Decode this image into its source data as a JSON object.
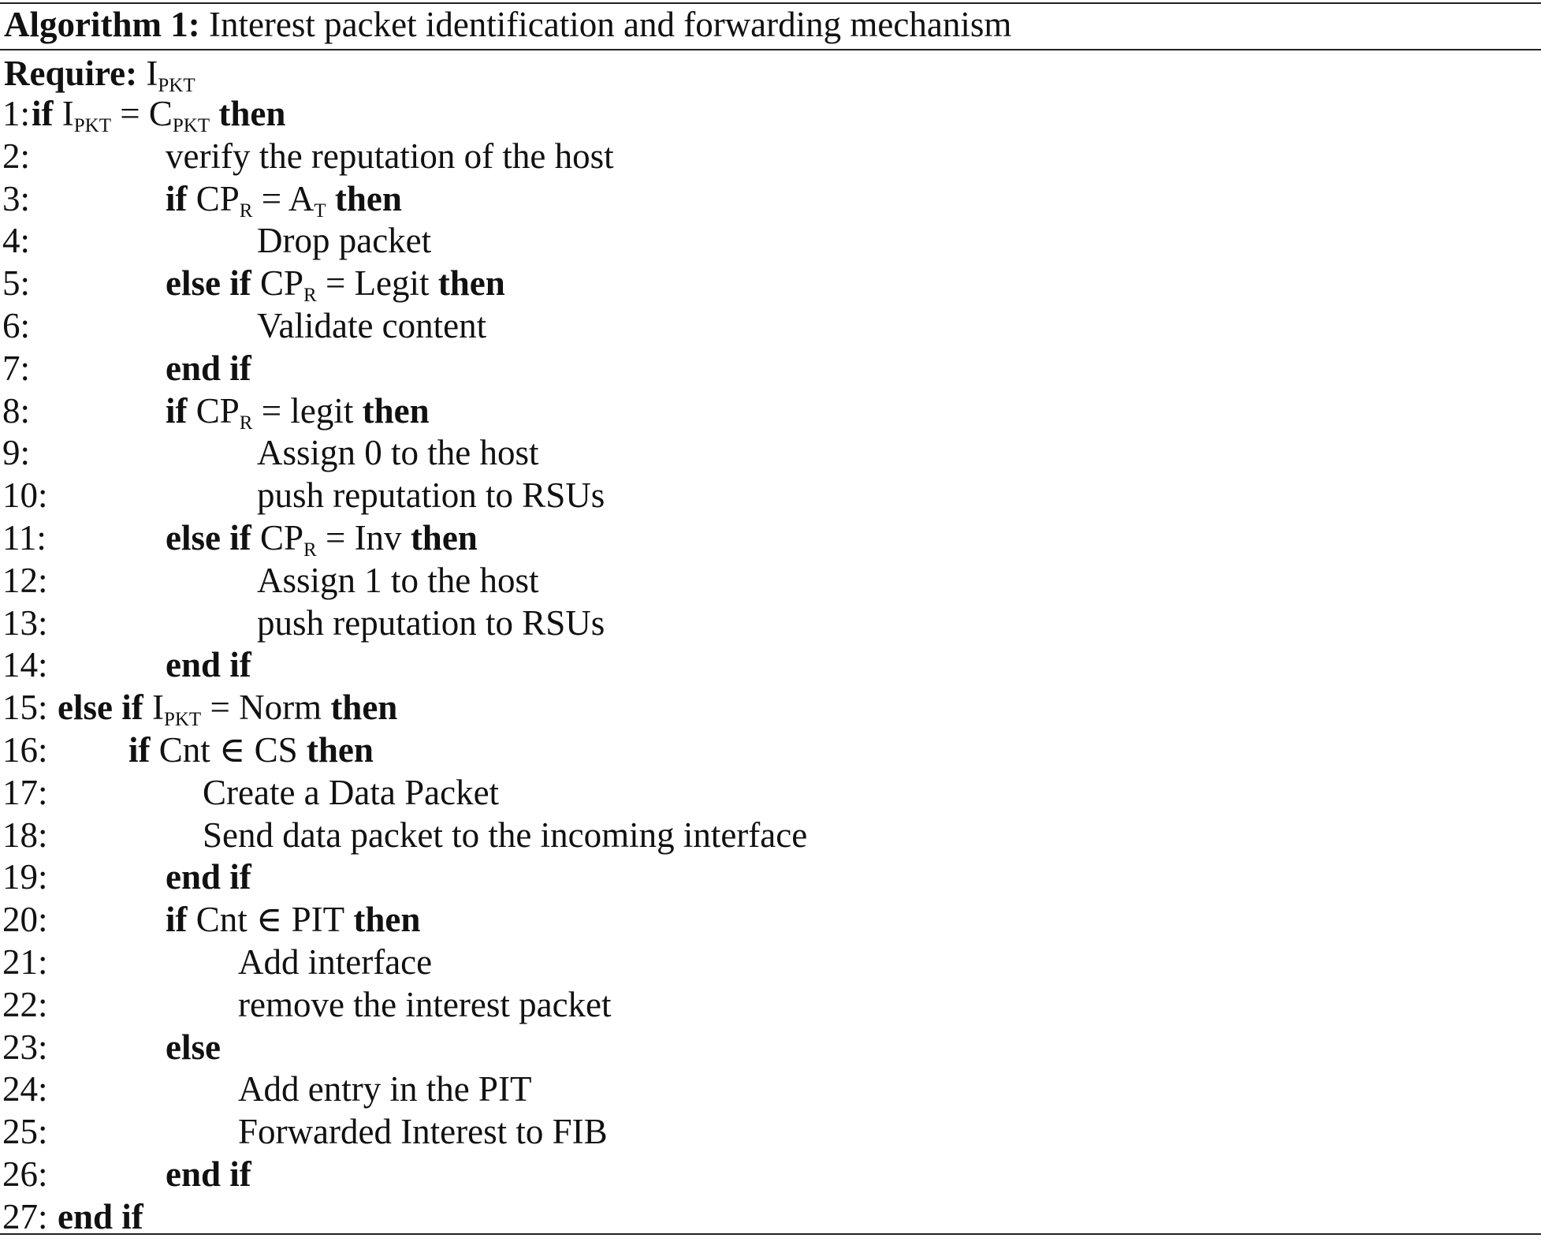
{
  "algorithm": {
    "label": "Algorithm 1:",
    "title": "Interest packet identification and forwarding mechanism",
    "require": {
      "keyword": "Require:",
      "var": "I",
      "sub": "PKT"
    },
    "lines": [
      {
        "num": "1:",
        "indent": 0,
        "parts": [
          {
            "t": "kw",
            "v": "if"
          },
          {
            "t": "txt",
            "v": " I"
          },
          {
            "t": "sub",
            "v": "PKT"
          },
          {
            "t": "txt",
            "v": " = C"
          },
          {
            "t": "sub",
            "v": "PKT"
          },
          {
            "t": "kw",
            "v": " then"
          }
        ]
      },
      {
        "num": "2:",
        "indent": 1,
        "parts": [
          {
            "t": "txt",
            "v": "verify the reputation of the host"
          }
        ]
      },
      {
        "num": "3:",
        "indent": 1,
        "parts": [
          {
            "t": "kw",
            "v": "if"
          },
          {
            "t": "txt",
            "v": " CP"
          },
          {
            "t": "sub",
            "v": "R"
          },
          {
            "t": "txt",
            "v": " = A"
          },
          {
            "t": "sub",
            "v": "T"
          },
          {
            "t": "kw",
            "v": " then"
          }
        ]
      },
      {
        "num": "4:",
        "indent": 2,
        "parts": [
          {
            "t": "txt",
            "v": "Drop packet"
          }
        ]
      },
      {
        "num": "5:",
        "indent": 1,
        "parts": [
          {
            "t": "kw",
            "v": "else if"
          },
          {
            "t": "txt",
            "v": " CP"
          },
          {
            "t": "sub",
            "v": "R"
          },
          {
            "t": "txt",
            "v": " = Legit"
          },
          {
            "t": "kw",
            "v": " then"
          }
        ]
      },
      {
        "num": "6:",
        "indent": 2,
        "parts": [
          {
            "t": "txt",
            "v": "Validate content"
          }
        ]
      },
      {
        "num": "7:",
        "indent": 1,
        "parts": [
          {
            "t": "kw",
            "v": "end if"
          }
        ]
      },
      {
        "num": "8:",
        "indent": 1,
        "parts": [
          {
            "t": "kw",
            "v": "if"
          },
          {
            "t": "txt",
            "v": " CP"
          },
          {
            "t": "sub",
            "v": "R"
          },
          {
            "t": "txt",
            "v": " = legit"
          },
          {
            "t": "kw",
            "v": " then"
          }
        ]
      },
      {
        "num": "9:",
        "indent": 2,
        "parts": [
          {
            "t": "txt",
            "v": "Assign 0 to the host"
          }
        ]
      },
      {
        "num": "10:",
        "indent": 2,
        "parts": [
          {
            "t": "txt",
            "v": "push reputation to RSUs"
          }
        ]
      },
      {
        "num": "11:",
        "indent": 1,
        "parts": [
          {
            "t": "kw",
            "v": "else if"
          },
          {
            "t": "txt",
            "v": " CP"
          },
          {
            "t": "sub",
            "v": "R"
          },
          {
            "t": "txt",
            "v": " = Inv"
          },
          {
            "t": "kw",
            "v": " then"
          }
        ]
      },
      {
        "num": "12:",
        "indent": 2,
        "parts": [
          {
            "t": "txt",
            "v": "Assign 1 to the host"
          }
        ]
      },
      {
        "num": "13:",
        "indent": 2,
        "parts": [
          {
            "t": "txt",
            "v": "push reputation to RSUs"
          }
        ]
      },
      {
        "num": "14:",
        "indent": 1,
        "parts": [
          {
            "t": "kw",
            "v": "end if"
          }
        ]
      },
      {
        "num": "15:",
        "indent": 0,
        "parts": [
          {
            "t": "kw",
            "v": "else if"
          },
          {
            "t": "txt",
            "v": " I"
          },
          {
            "t": "sub",
            "v": "PKT"
          },
          {
            "t": "txt",
            "v": " = Norm"
          },
          {
            "t": "kw",
            "v": " then"
          }
        ]
      },
      {
        "num": "16:",
        "indent": 3,
        "parts": [
          {
            "t": "kw",
            "v": "if"
          },
          {
            "t": "txt",
            "v": " Cnt ∈ CS"
          },
          {
            "t": "kw",
            "v": " then"
          }
        ]
      },
      {
        "num": "17:",
        "indent": 4,
        "parts": [
          {
            "t": "txt",
            "v": "Create a Data Packet"
          }
        ]
      },
      {
        "num": "18:",
        "indent": 4,
        "parts": [
          {
            "t": "txt",
            "v": "Send data packet to the incoming interface"
          }
        ]
      },
      {
        "num": "19:",
        "indent": 1,
        "parts": [
          {
            "t": "kw",
            "v": "end if"
          }
        ]
      },
      {
        "num": "20:",
        "indent": 1,
        "parts": [
          {
            "t": "kw",
            "v": "if"
          },
          {
            "t": "txt",
            "v": " Cnt ∈ PIT"
          },
          {
            "t": "kw",
            "v": " then"
          }
        ]
      },
      {
        "num": "21:",
        "indent": 5,
        "parts": [
          {
            "t": "txt",
            "v": "Add interface"
          }
        ]
      },
      {
        "num": "22:",
        "indent": 5,
        "parts": [
          {
            "t": "txt",
            "v": "remove the interest packet"
          }
        ]
      },
      {
        "num": "23:",
        "indent": 1,
        "parts": [
          {
            "t": "kw",
            "v": "else"
          }
        ]
      },
      {
        "num": "24:",
        "indent": 5,
        "parts": [
          {
            "t": "txt",
            "v": "Add entry in the PIT"
          }
        ]
      },
      {
        "num": "25:",
        "indent": 5,
        "parts": [
          {
            "t": "txt",
            "v": "Forwarded Interest to FIB"
          }
        ]
      },
      {
        "num": "26:",
        "indent": 1,
        "parts": [
          {
            "t": "kw",
            "v": "end if"
          }
        ]
      },
      {
        "num": "27:",
        "indent": 0,
        "parts": [
          {
            "t": "kw",
            "v": "end if"
          }
        ]
      }
    ]
  }
}
